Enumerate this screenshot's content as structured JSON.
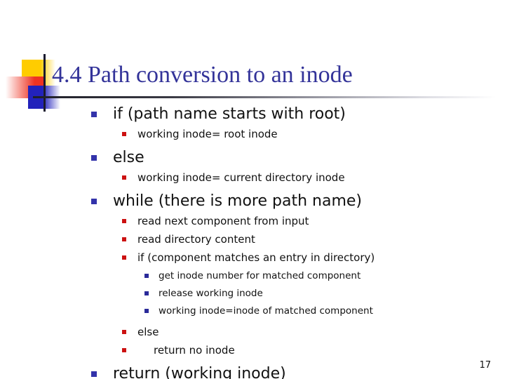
{
  "slide": {
    "title": "4.4 Path conversion to an inode",
    "page_number": "17",
    "colors": {
      "title": "#333399",
      "bullet_level1": "#3333AA",
      "bullet_level2": "#CC1111",
      "bullet_level3": "#2A2A99",
      "decor_yellow": "#FFCC00",
      "decor_red": "#EE3322",
      "decor_blue": "#2222BB",
      "body_text": "#111111"
    }
  },
  "decor": {
    "yellow_square": "yellow-square",
    "red_square": "red-square",
    "blue_square": "blue-square",
    "vertical_line": "vertical-rule",
    "horizontal_line": "horizontal-rule"
  },
  "outline": [
    {
      "level": 1,
      "text": "if (path name starts with root)"
    },
    {
      "level": 2,
      "text": "working inode= root inode"
    },
    {
      "level": 1,
      "text": "else"
    },
    {
      "level": 2,
      "text": "working inode= current directory inode"
    },
    {
      "level": 1,
      "text": "while (there is more path name)"
    },
    {
      "level": 2,
      "text": "read next component from input"
    },
    {
      "level": 2,
      "text": "read directory content"
    },
    {
      "level": 2,
      "text": "if (component matches an entry in directory)"
    },
    {
      "level": 3,
      "text": "get inode number for matched component"
    },
    {
      "level": 3,
      "text": "release working inode"
    },
    {
      "level": 3,
      "text": "working inode=inode of matched component"
    },
    {
      "level": 2,
      "text": "else"
    },
    {
      "level": 2,
      "indent": true,
      "text": "return no inode"
    },
    {
      "level": 1,
      "text": "return (working inode)"
    }
  ]
}
